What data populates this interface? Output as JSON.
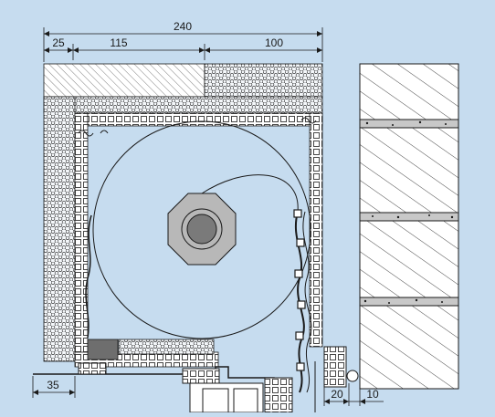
{
  "diagram": {
    "dimensions": {
      "overall_width": "240",
      "left_offset": "25",
      "hatched_width": "115",
      "foam_width": "100",
      "bottom_left": "35",
      "bottom_gap": "20",
      "bottom_right": "10"
    },
    "colors": {
      "background": "#c6dcef",
      "line": "#1a1a1a",
      "foam_fill": "#f4f7fa",
      "frame_fill": "#ffffff",
      "axle_outer": "#b8b8b8",
      "axle_inner": "#7a7a7a",
      "mortar": "#c8c8c8",
      "seal_block": "#6e6e6e"
    }
  }
}
